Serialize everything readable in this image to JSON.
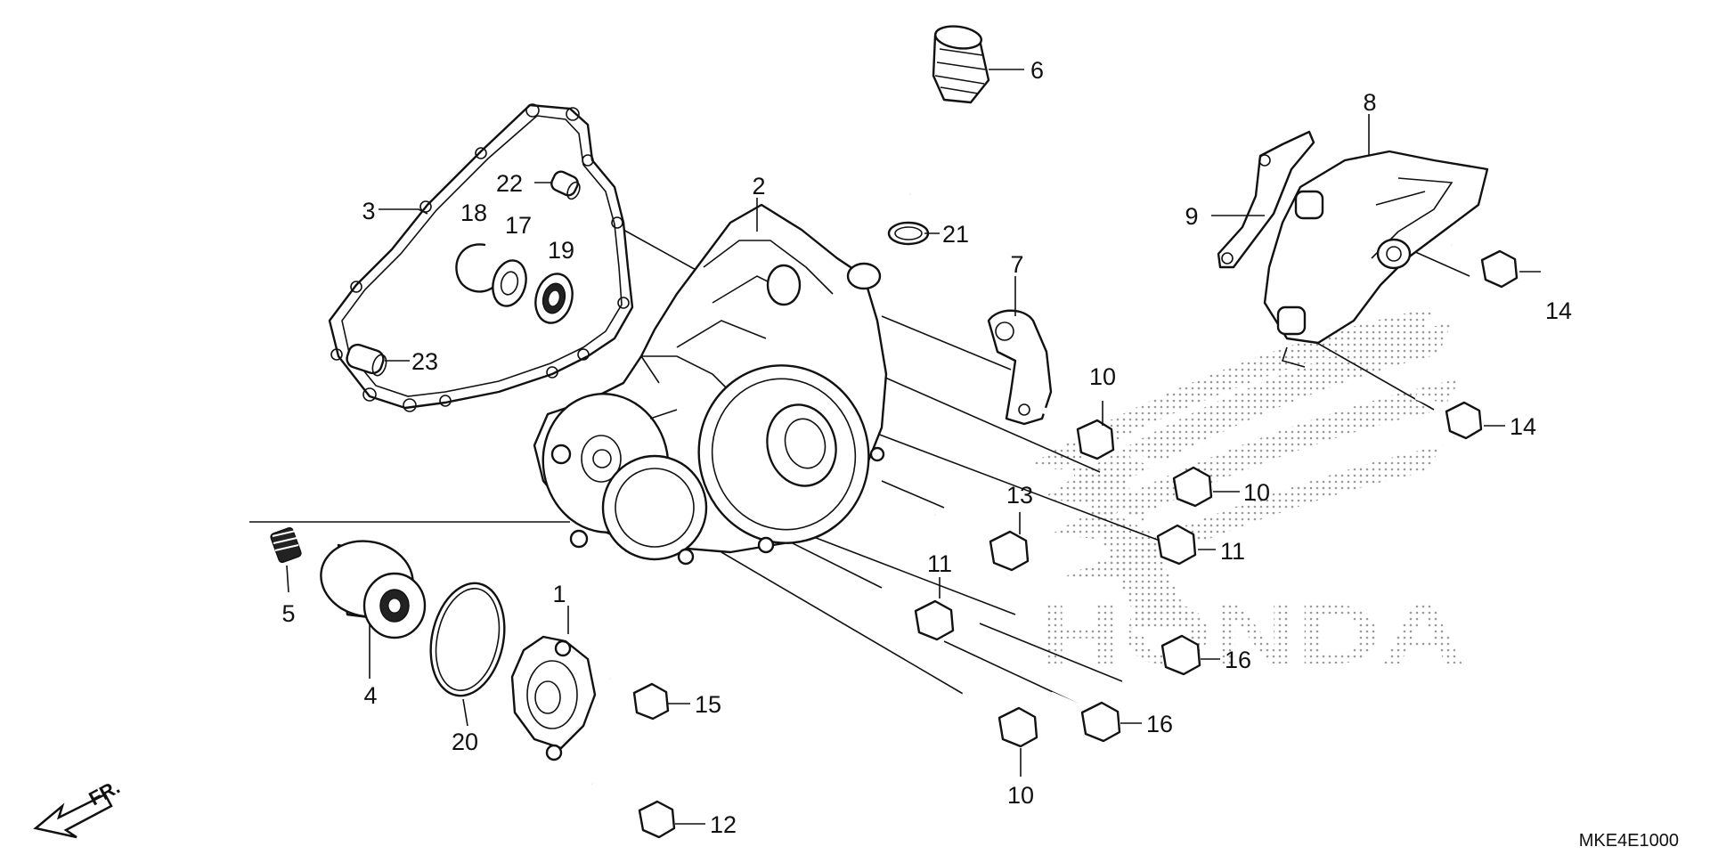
{
  "diagram_code": "MKE4E1000",
  "front_indicator": "FR.",
  "brand_watermark": "HONDA",
  "callouts": [
    {
      "id": "c1",
      "label": "1"
    },
    {
      "id": "c2",
      "label": "2"
    },
    {
      "id": "c3",
      "label": "3"
    },
    {
      "id": "c4",
      "label": "4"
    },
    {
      "id": "c5",
      "label": "5"
    },
    {
      "id": "c6",
      "label": "6"
    },
    {
      "id": "c7",
      "label": "7"
    },
    {
      "id": "c8",
      "label": "8"
    },
    {
      "id": "c9",
      "label": "9"
    },
    {
      "id": "c10a",
      "label": "10"
    },
    {
      "id": "c10b",
      "label": "10"
    },
    {
      "id": "c10c",
      "label": "10"
    },
    {
      "id": "c11a",
      "label": "11"
    },
    {
      "id": "c11b",
      "label": "11"
    },
    {
      "id": "c12",
      "label": "12"
    },
    {
      "id": "c13",
      "label": "13"
    },
    {
      "id": "c14a",
      "label": "14"
    },
    {
      "id": "c14b",
      "label": "14"
    },
    {
      "id": "c15",
      "label": "15"
    },
    {
      "id": "c16a",
      "label": "16"
    },
    {
      "id": "c16b",
      "label": "16"
    },
    {
      "id": "c17",
      "label": "17"
    },
    {
      "id": "c18",
      "label": "18"
    },
    {
      "id": "c19",
      "label": "19"
    },
    {
      "id": "c20",
      "label": "20"
    },
    {
      "id": "c21",
      "label": "21"
    },
    {
      "id": "c22",
      "label": "22"
    },
    {
      "id": "c23",
      "label": "23"
    }
  ]
}
